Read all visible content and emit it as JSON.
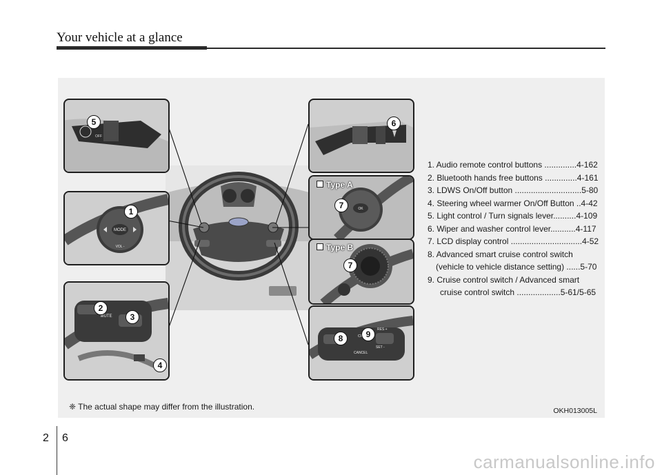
{
  "header": {
    "title": "Your vehicle at a glance"
  },
  "callouts": {
    "c1": "1",
    "c2": "2",
    "c3": "3",
    "c4": "4",
    "c5": "5",
    "c6": "6",
    "c7a": "7",
    "c7b": "7",
    "c8": "8",
    "c9": "9"
  },
  "types": {
    "a": "Type A",
    "b": "Type B"
  },
  "switch_labels": {
    "mode": "MODE",
    "vol": "VOL -",
    "mute": "MUTE",
    "ok": "OK",
    "cruise": "CRUISE",
    "res": "RES +",
    "cancel": "CANCEL",
    "set": "SET -",
    "off": "OFF"
  },
  "items": [
    {
      "line": "1. Audio remote control buttons ..............4-162"
    },
    {
      "line": "2. Bluetooth hands free buttons ..............4-161"
    },
    {
      "line": "3. LDWS On/Off button .............................5-80"
    },
    {
      "line": "4. Steering wheel warmer On/Off Button ..4-42"
    },
    {
      "line": "5. Light control / Turn signals lever..........4-109"
    },
    {
      "line": "6. Wiper and washer control lever...........4-117"
    },
    {
      "line": "7. LCD display control ...............................4-52"
    },
    {
      "line": "8. Advanced smart cruise control switch",
      "cont": "(vehicle to vehicle distance setting) ......5-70"
    },
    {
      "line": "9. Cruise control switch / Advanced smart",
      "cont": "cruise control switch ...................5-61/5-65"
    }
  ],
  "note": "❈ The actual shape may differ from the illustration.",
  "figure_code": "OKH013005L",
  "page": {
    "section": "2",
    "number": "6"
  },
  "watermark": "carmanualsonline.info"
}
